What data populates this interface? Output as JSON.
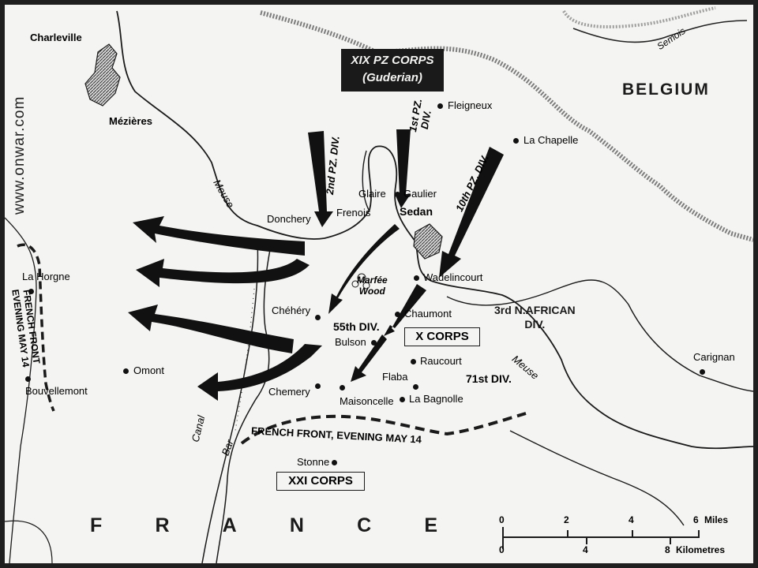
{
  "watermark": "www.onwar.com",
  "countries": {
    "belgium": "BELGIUM",
    "france": [
      "F",
      "R",
      "A",
      "N",
      "C",
      "E"
    ]
  },
  "corps": {
    "xix_line1": "XIX PZ CORPS",
    "xix_line2": "(Guderian)",
    "x": "X CORPS",
    "xxi": "XXI CORPS",
    "african_line1": "3rd  N.AFRICAN",
    "african_line2": "DIV."
  },
  "divisions": {
    "pz2": "2nd PZ. DIV.",
    "pz1_line1": "1st PZ.",
    "pz1_line2": "DIV.",
    "pz10": "10th PZ. DIV.",
    "d55": "55th DIV.",
    "d71": "71st DIV."
  },
  "towns": {
    "charleville": "Charleville",
    "mezieres": "Mézières",
    "fleigneux": "Fleigneux",
    "la_chapelle": "La Chapelle",
    "glaire": "Glaire",
    "gaulier": "Gaulier",
    "sedan": "Sedan",
    "frenois": "Frenois",
    "donchery": "Donchery",
    "wadelincourt": "Wadelincourt",
    "marfee_line1": "Marfée",
    "marfee_line2": "Wood",
    "chehery": "Chéhéry",
    "chaumont": "Chaumont",
    "bulson": "Bulson",
    "raucourt": "Raucourt",
    "flaba": "Flaba",
    "la_bagnolle": "La  Bagnolle",
    "chemery": "Chemery",
    "maisoncelle": "Maisoncelle",
    "omont": "Omont",
    "la_horgne": "La Horgne",
    "bouvellemont": "Bouvellemont",
    "stonne": "Stonne",
    "carignan": "Carignan"
  },
  "rivers": {
    "meuse_north": "Meuse",
    "meuse_south": "Meuse",
    "semois": "Semois",
    "canal": "Canal",
    "bar": "Bar"
  },
  "fronts": {
    "west_line1": "FRENCH FRONT",
    "west_line2": "EVENING MAY 14",
    "south": "FRENCH  FRONT,  EVENING  MAY  14"
  },
  "scale": {
    "miles_ticks": [
      "0",
      "2",
      "4",
      "6"
    ],
    "miles_unit": "Miles",
    "km_ticks": [
      "0",
      "4",
      "8"
    ],
    "km_unit": "Kilometres"
  },
  "colors": {
    "ink": "#1a1a1a",
    "paper": "#f4f4f2",
    "urban_fill": "#8c8c8c"
  }
}
